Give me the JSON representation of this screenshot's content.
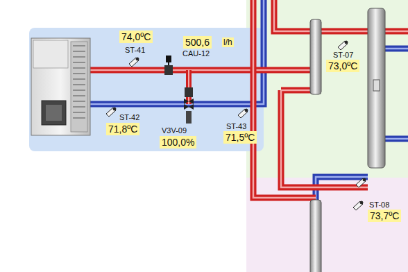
{
  "diagram": {
    "nodes": [
      {
        "text": [
          "74,0ºC"
        ]
      },
      {
        "text": [
          "500,6"
        ]
      },
      {
        "text": [
          "71,8ºC"
        ]
      },
      {
        "text": [
          "100,0%"
        ]
      },
      {
        "text": [
          "71,5ºC"
        ]
      },
      {
        "text": [
          "73,0ºC"
        ]
      },
      {
        "text": [
          "73,7ºC"
        ]
      }
    ],
    "labels": [
      "ST-41",
      "l/h",
      "CAU-12",
      "ST-42",
      "V3V-09",
      "ST-43",
      "ST-07",
      "ST-08"
    ]
  }
}
